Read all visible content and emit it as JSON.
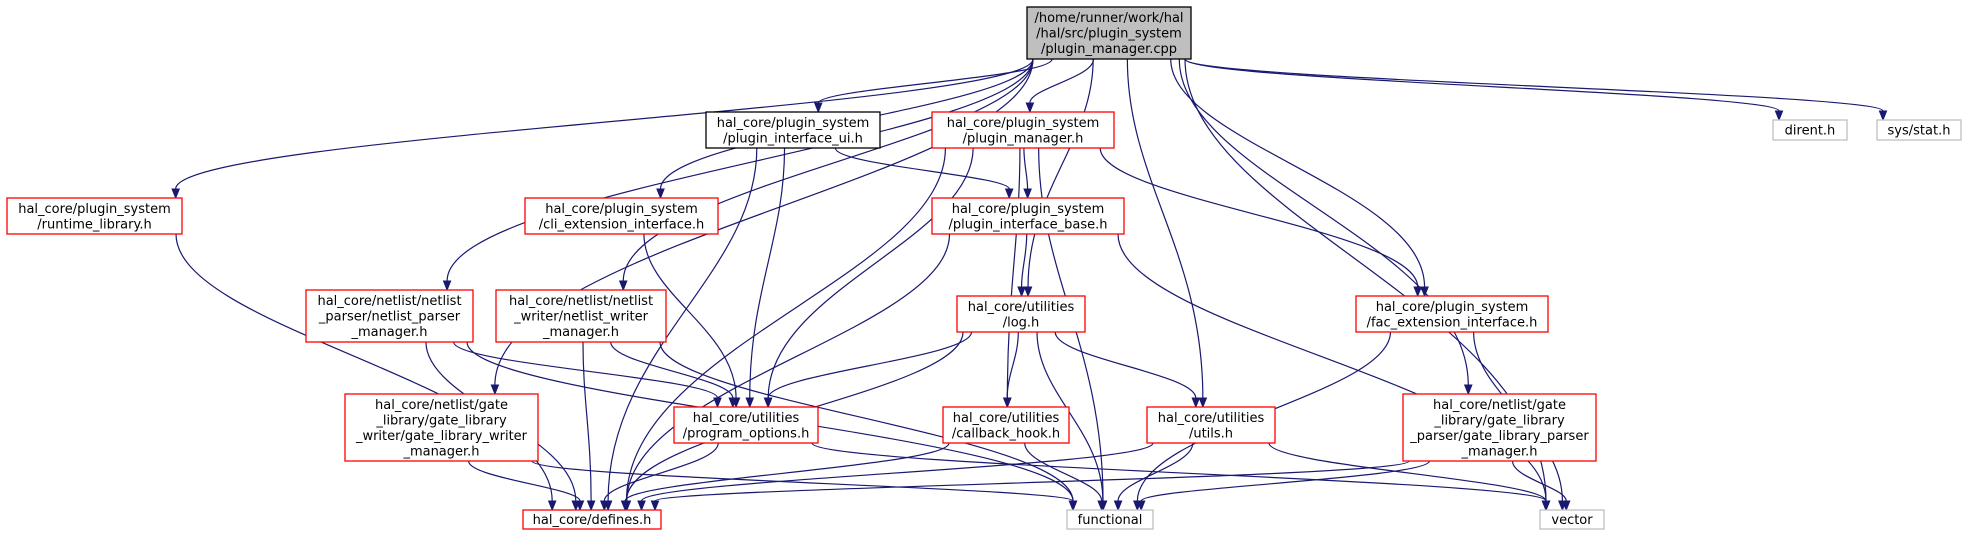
{
  "colors": {
    "root_fill": "#bfbfbf",
    "root_border": "#000000",
    "documented_border": "#ff0000",
    "plain_border": "#000000",
    "external_border": "#bfbfbf",
    "edge": "#191970"
  },
  "nodes": {
    "root": {
      "lines": [
        "/home/runner/work/hal",
        "/hal/src/plugin_system",
        "/plugin_manager.cpp"
      ],
      "style": "root"
    },
    "ui": {
      "lines": [
        "hal_core/plugin_system",
        "/plugin_interface_ui.h"
      ],
      "style": "plain"
    },
    "pm": {
      "lines": [
        "hal_core/plugin_system",
        "/plugin_manager.h"
      ],
      "style": "documented"
    },
    "dirent": {
      "lines": [
        "dirent.h"
      ],
      "style": "external"
    },
    "stat": {
      "lines": [
        "sys/stat.h"
      ],
      "style": "external"
    },
    "rt": {
      "lines": [
        "hal_core/plugin_system",
        "/runtime_library.h"
      ],
      "style": "documented"
    },
    "cli": {
      "lines": [
        "hal_core/plugin_system",
        "/cli_extension_interface.h"
      ],
      "style": "documented"
    },
    "pib": {
      "lines": [
        "hal_core/plugin_system",
        "/plugin_interface_base.h"
      ],
      "style": "documented"
    },
    "npm": {
      "lines": [
        "hal_core/netlist/netlist",
        "_parser/netlist_parser",
        "_manager.h"
      ],
      "style": "documented"
    },
    "nwm": {
      "lines": [
        "hal_core/netlist/netlist",
        "_writer/netlist_writer",
        "_manager.h"
      ],
      "style": "documented"
    },
    "log": {
      "lines": [
        "hal_core/utilities",
        "/log.h"
      ],
      "style": "documented"
    },
    "fac": {
      "lines": [
        "hal_core/plugin_system",
        "/fac_extension_interface.h"
      ],
      "style": "documented"
    },
    "glw": {
      "lines": [
        "hal_core/netlist/gate",
        "_library/gate_library",
        "_writer/gate_library_writer",
        "_manager.h"
      ],
      "style": "documented"
    },
    "po": {
      "lines": [
        "hal_core/utilities",
        "/program_options.h"
      ],
      "style": "documented"
    },
    "cb": {
      "lines": [
        "hal_core/utilities",
        "/callback_hook.h"
      ],
      "style": "documented"
    },
    "utils": {
      "lines": [
        "hal_core/utilities",
        "/utils.h"
      ],
      "style": "documented"
    },
    "glp": {
      "lines": [
        "hal_core/netlist/gate",
        "_library/gate_library",
        "_parser/gate_library_parser",
        "_manager.h"
      ],
      "style": "documented"
    },
    "defines": {
      "lines": [
        "hal_core/defines.h"
      ],
      "style": "documented"
    },
    "functional": {
      "lines": [
        "functional"
      ],
      "style": "external"
    },
    "vector": {
      "lines": [
        "vector"
      ],
      "style": "external"
    }
  },
  "edges": [
    [
      "root",
      "ui"
    ],
    [
      "root",
      "pm"
    ],
    [
      "root",
      "dirent"
    ],
    [
      "root",
      "stat"
    ],
    [
      "root",
      "rt"
    ],
    [
      "root",
      "cli"
    ],
    [
      "root",
      "npm"
    ],
    [
      "root",
      "nwm"
    ],
    [
      "root",
      "log"
    ],
    [
      "root",
      "fac"
    ],
    [
      "root",
      "glw"
    ],
    [
      "root",
      "utils"
    ],
    [
      "root",
      "glp"
    ],
    [
      "root",
      "vector"
    ],
    [
      "ui",
      "pib"
    ],
    [
      "ui",
      "po"
    ],
    [
      "ui",
      "defines"
    ],
    [
      "pm",
      "pib"
    ],
    [
      "pm",
      "fac"
    ],
    [
      "pm",
      "po"
    ],
    [
      "pm",
      "cb"
    ],
    [
      "pm",
      "defines"
    ],
    [
      "pm",
      "functional"
    ],
    [
      "pib",
      "log"
    ],
    [
      "pib",
      "vector"
    ],
    [
      "pib",
      "defines"
    ],
    [
      "cli",
      "po"
    ],
    [
      "fac",
      "vector"
    ],
    [
      "fac",
      "functional"
    ],
    [
      "npm",
      "po"
    ],
    [
      "npm",
      "defines"
    ],
    [
      "npm",
      "functional"
    ],
    [
      "nwm",
      "po"
    ],
    [
      "nwm",
      "defines"
    ],
    [
      "nwm",
      "functional"
    ],
    [
      "log",
      "po"
    ],
    [
      "log",
      "cb"
    ],
    [
      "log",
      "utils"
    ],
    [
      "log",
      "functional"
    ],
    [
      "log",
      "defines"
    ],
    [
      "rt",
      "defines"
    ],
    [
      "glw",
      "defines"
    ],
    [
      "glw",
      "functional"
    ],
    [
      "po",
      "defines"
    ],
    [
      "po",
      "vector"
    ],
    [
      "cb",
      "defines"
    ],
    [
      "cb",
      "functional"
    ],
    [
      "utils",
      "defines"
    ],
    [
      "utils",
      "functional"
    ],
    [
      "utils",
      "vector"
    ],
    [
      "glp",
      "defines"
    ],
    [
      "glp",
      "functional"
    ],
    [
      "glp",
      "vector"
    ]
  ]
}
